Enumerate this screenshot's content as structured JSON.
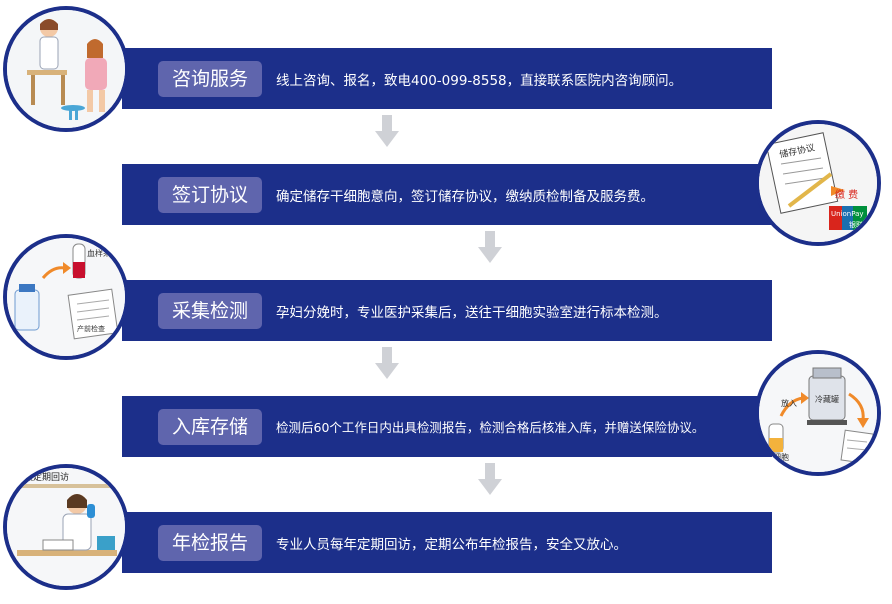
{
  "colors": {
    "band": "#1c2f8a",
    "pill": "#5f65ad",
    "arrow": "#cfd1d6",
    "text": "#ffffff"
  },
  "steps": [
    {
      "label": "咨询服务",
      "text": "线上咨询、报名，致电400-099-8558，直接联系医院内咨询顾问。"
    },
    {
      "label": "签订协议",
      "text": "确定储存干细胞意向，签订储存协议，缴纳质检制备及服务费。"
    },
    {
      "label": "采集检测",
      "text": "孕妇分娩时，专业医护采集后，送往干细胞实验室进行标本检测。"
    },
    {
      "label": "入库存储",
      "text": "检测后60个工作日内出具检测报告，检测合格后核准入库，并赠送保险协议。"
    },
    {
      "label": "年检报告",
      "text": "专业人员每年定期回访，定期公布年检报告，安全又放心。"
    }
  ],
  "illustrations": {
    "consult": "consultation-illustration",
    "agreement": {
      "doc_title": "储存协议",
      "pay_label": "缴 费",
      "card_brand": "UnionPay",
      "card_sub": "银联"
    },
    "collect": {
      "tube_label": "血样采集",
      "doc_lines": "产前检查"
    },
    "storage": {
      "inlet_label": "放入",
      "cell_label": "干细胞",
      "tank_label": "冷藏罐"
    },
    "annual": {
      "caption": "客服定期回访"
    }
  }
}
